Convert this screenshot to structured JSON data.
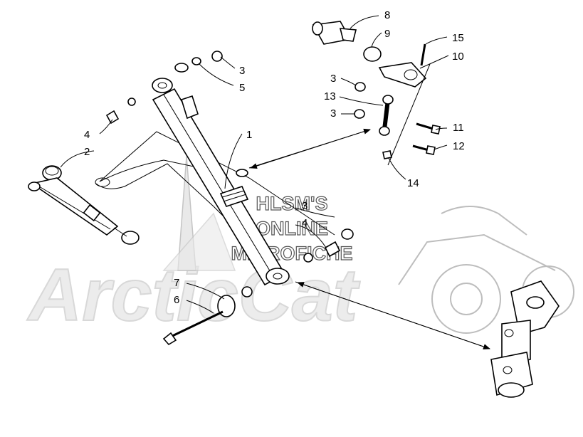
{
  "watermark": {
    "brand": "ArcticCat",
    "line1": "HLSM'S",
    "line2": "ONLINE",
    "line3": "MICROFICHE"
  },
  "callouts": [
    {
      "id": "c1",
      "text": "1"
    },
    {
      "id": "c2",
      "text": "2"
    },
    {
      "id": "c3a",
      "text": "3"
    },
    {
      "id": "c3b",
      "text": "3"
    },
    {
      "id": "c3c",
      "text": "3"
    },
    {
      "id": "c3d",
      "text": "3"
    },
    {
      "id": "c4a",
      "text": "4"
    },
    {
      "id": "c4b",
      "text": "4"
    },
    {
      "id": "c5",
      "text": "5"
    },
    {
      "id": "c6",
      "text": "6"
    },
    {
      "id": "c7",
      "text": "7"
    },
    {
      "id": "c8",
      "text": "8"
    },
    {
      "id": "c9",
      "text": "9"
    },
    {
      "id": "c10",
      "text": "10"
    },
    {
      "id": "c11",
      "text": "11"
    },
    {
      "id": "c12",
      "text": "12"
    },
    {
      "id": "c13",
      "text": "13"
    },
    {
      "id": "c14",
      "text": "14"
    },
    {
      "id": "c15",
      "text": "15"
    }
  ]
}
